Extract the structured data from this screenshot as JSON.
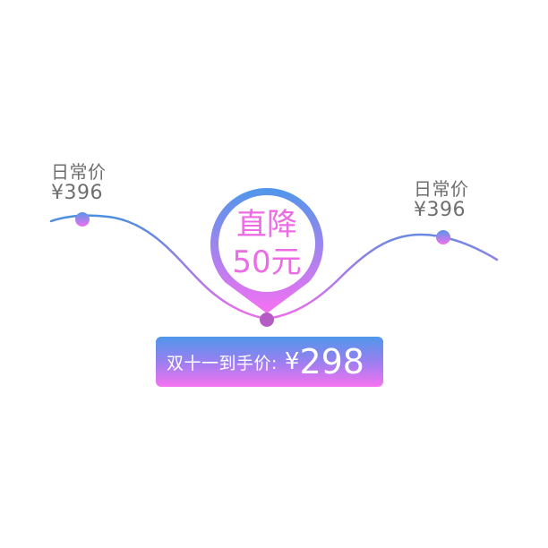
{
  "left_price": {
    "title": "日常价",
    "price": "¥396"
  },
  "right_price": {
    "title": "日常价",
    "price": "¥396"
  },
  "pin": {
    "line1": "直降",
    "line2": "50元"
  },
  "banner": {
    "label": "双十一到手价:",
    "currency": "¥",
    "amount": "298"
  },
  "colors": {
    "gradient_top": "#4f97ea",
    "gradient_bottom": "#f673f0",
    "pin_text": "#ec6ce6",
    "label_gray": "#6f6f6f",
    "dot_bottom": "#b45cc4"
  }
}
